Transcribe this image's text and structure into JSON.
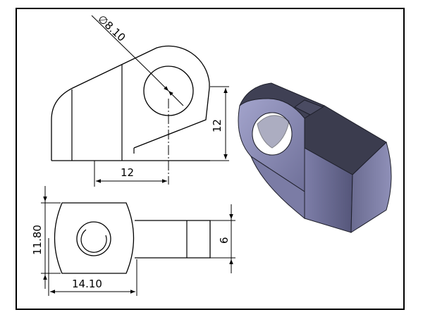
{
  "dimensions": {
    "diameter": "∅8.10",
    "height": "12",
    "width_front": "12",
    "height_top": "11.80",
    "width_top": "14.10",
    "thickness": "6"
  },
  "colors": {
    "frame": "#000000",
    "solid_light": "#8e8fb8",
    "solid_mid": "#6b6c92",
    "solid_dark": "#3b3c4e"
  }
}
